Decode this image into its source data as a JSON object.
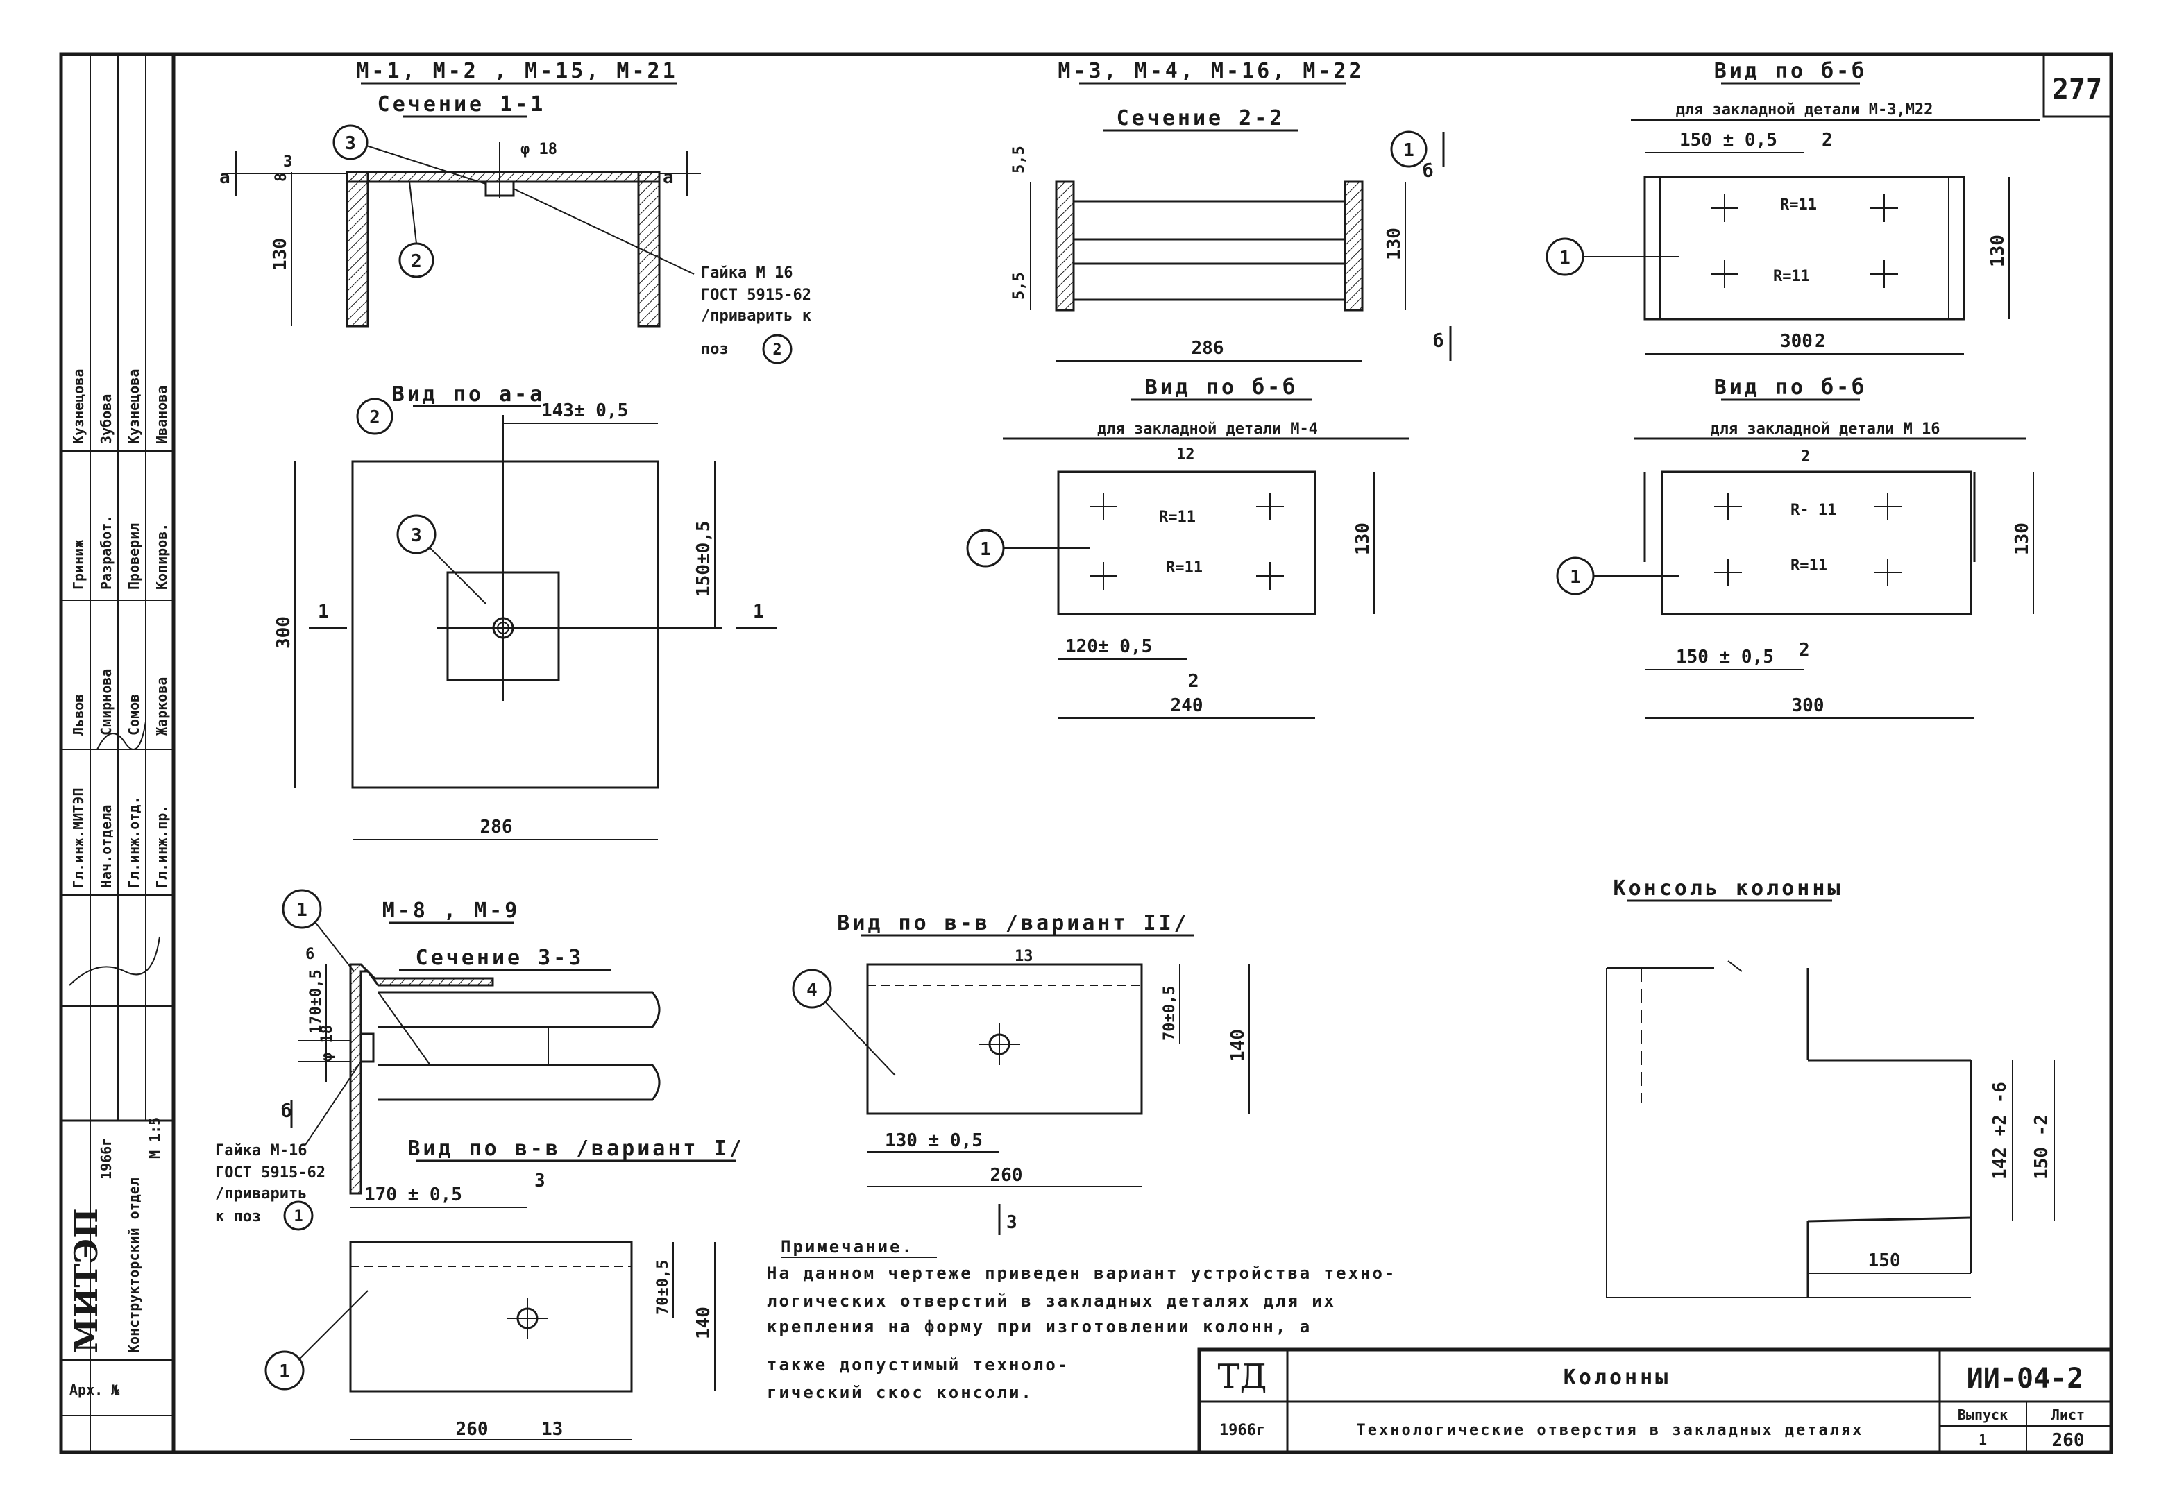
{
  "page_number": "277",
  "sec1": {
    "marks": "М-1, М-2 , М-15, М-21",
    "title": "Сечение 1-1",
    "dim_height": "130",
    "dim_top": "8",
    "dim_3": "3",
    "dim_phi": "φ 18",
    "cut_a": "а",
    "callout_3": "3",
    "callout_2": "2",
    "note_lines": [
      "Гайка М 16",
      "ГОСТ 5915-62",
      "/приварить к",
      "поз"
    ],
    "note_pos": "2"
  },
  "sec2": {
    "marks": "М-3, М-4, М-16, М-22",
    "title": "Сечение 2-2",
    "dim_55a": "5,5",
    "dim_55b": "5,5",
    "dim_130": "130",
    "dim_286": "286",
    "callout_1": "1",
    "cut_b": "б"
  },
  "view_b_m3": {
    "title": "Вид по б-б",
    "subtitle": "для закладной детали М-3,М22",
    "dim_150": "150 ± 0,5",
    "dim_2": "2",
    "r1": "R=11",
    "r2": "R=11",
    "dim_130": "130",
    "dim_300": "300",
    "callout_1": "1"
  },
  "view_aa": {
    "title": "Вид по а-а",
    "dim_143": "143± 0,5",
    "dim_150": "150±0,5",
    "dim_300": "300",
    "dim_286": "286",
    "callout_2": "2",
    "callout_3": "3",
    "cut_1": "1"
  },
  "view_b_m4": {
    "title": "Вид по б-б",
    "subtitle": "для закладной детали М-4",
    "dim_12": "12",
    "r1": "R=11",
    "r2": "R=11",
    "dim_130": "130",
    "dim_120": "120± 0,5",
    "dim_2": "2",
    "dim_240": "240",
    "callout_1": "1"
  },
  "view_b_m16": {
    "title": "Вид по б-б",
    "subtitle": "для закладной детали М 16",
    "dim_2": "2",
    "r1": "R- 11",
    "r2": "R=11",
    "dim_130": "130",
    "dim_150": "150 ± 0,5",
    "dim_300": "300",
    "callout_1": "1"
  },
  "sec3": {
    "marks": "М-8 , М-9",
    "title": "Сечение 3-3",
    "dim_6": "6",
    "dim_170": "170±0,5",
    "dim_phi": "φ 18",
    "cut_b": "б",
    "callout_1": "1",
    "note_lines": [
      "Гайка М-16",
      "ГОСТ 5915-62",
      "/приварить",
      "к поз"
    ],
    "note_pos": "1"
  },
  "view_vv2": {
    "title": "Вид по в-в /вариант II/",
    "dim_13": "13",
    "dim_70": "70±0,5",
    "dim_140": "140",
    "dim_130": "130 ± 0,5",
    "dim_260": "260",
    "callout_4": "4",
    "cut_3": "3"
  },
  "view_vv1": {
    "title": "Вид по в-в /вариант I/",
    "dim_170": "170 ± 0,5",
    "dim_3": "3",
    "dim_70": "70±0,5",
    "dim_140": "140",
    "dim_260": "260",
    "dim_13": "13",
    "callout_1": "1"
  },
  "console": {
    "title": "Консоль колонны",
    "dim_142": "142 +2 -6",
    "dim_150v": "150 -2",
    "dim_150": "150"
  },
  "note": {
    "heading": "Примечание.",
    "lines": [
      "На данном чертеже приведен вариант устройства техно-",
      "логических отверстий в закладных деталях для их",
      "крепления на форму при изготовлении колонн, а",
      "также допустимый техноло-",
      "гический скос консоли."
    ]
  },
  "title_block": {
    "org": "ТД",
    "year": "1966г",
    "name": "Колонны",
    "subtitle": "Технологические отверстия в закладных деталях",
    "code": "ИИ-04-2",
    "issue_label": "Выпуск",
    "issue": "1",
    "sheet_label": "Лист",
    "sheet": "260"
  },
  "side_stamp": {
    "org": "МИТЭП",
    "dept": "Конструкторский отдел",
    "arch": "Арх. №",
    "date": "1966г",
    "scale": "М 1:5",
    "roles": [
      "Гл.инж.МИТЭП",
      "Нач.отдела",
      "Гл.инж.отд.",
      "Гл.инж.пр."
    ],
    "role_names": [
      "Львов",
      "Смирнова",
      "Сомов",
      "Жаркова"
    ],
    "roles2": [
      "Гриниж",
      "Разработ.",
      "Проверил",
      "Копиров."
    ],
    "names2": [
      "Кузнецова",
      "Зубова",
      "Кузнецова",
      "Иванова"
    ]
  }
}
